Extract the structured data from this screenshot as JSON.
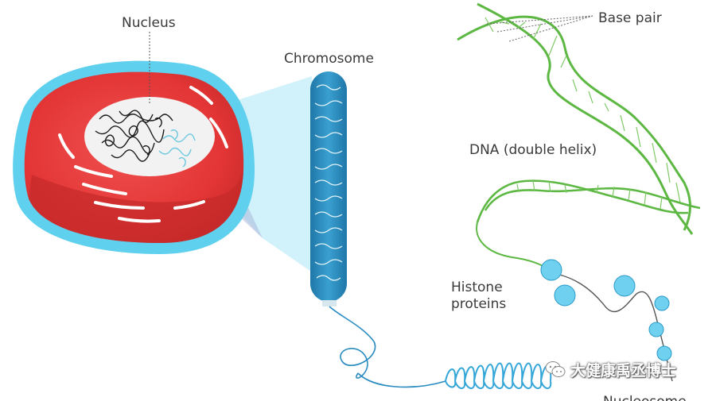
{
  "labels": {
    "nucleus": "Nucleus",
    "chromosome": "Chromosome",
    "base_pair": "Base pair",
    "dna": "DNA (double helix)",
    "histone": "Histone proteins",
    "nucleosome": "Nucleosome"
  },
  "watermark": {
    "text": "大健康禹丞博士",
    "icon": "wechat-icon"
  },
  "colors": {
    "cell_outer": "#5fd0ee",
    "cell_body": "#e83a3a",
    "cell_shade": "#c42a2a",
    "nucleus_fill": "#f4f4f4",
    "chromosome_fill": "#2f8fc0",
    "chromosome_dark": "#1d6f9c",
    "dna_green": "#5cb842",
    "histone_blue": "#6fd0f0",
    "zoom_beam": "#c9eefa"
  }
}
